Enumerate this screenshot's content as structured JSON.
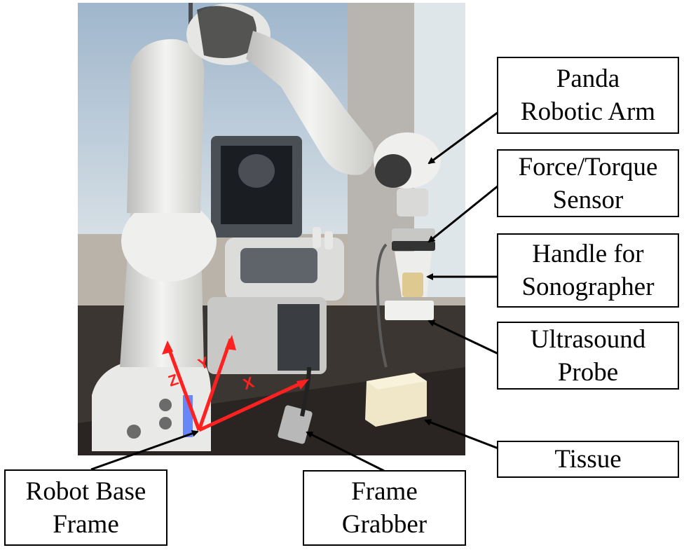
{
  "labels": {
    "panda_arm": [
      "Panda",
      "Robotic Arm"
    ],
    "ft_sensor": [
      "Force/Torque",
      "Sensor"
    ],
    "handle": [
      "Handle for",
      "Sonographer"
    ],
    "probe": [
      "Ultrasound",
      "Probe"
    ],
    "tissue": [
      "Tissue"
    ],
    "robot_base": [
      "Robot Base",
      "Frame"
    ],
    "frame_grabber": [
      "Frame",
      "Grabber"
    ]
  },
  "axes": {
    "x": "X",
    "y": "Y",
    "z": "Z"
  },
  "colors": {
    "axis": "#ff2020",
    "border": "#000000",
    "arm": "#ececea",
    "joint": "#3a3a3a"
  }
}
